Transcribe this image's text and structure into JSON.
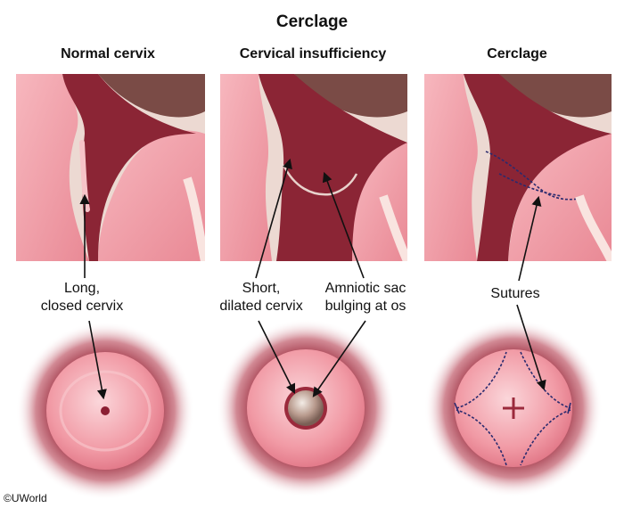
{
  "title": "Cerclage",
  "columns": [
    {
      "heading": "Normal cervix"
    },
    {
      "heading": "Cervical insufficiency"
    },
    {
      "heading": "Cerclage"
    }
  ],
  "labels": {
    "long_closed": [
      "Long,",
      "closed cervix"
    ],
    "short_dilated": [
      "Short,",
      "dilated cervix"
    ],
    "amniotic": [
      "Amniotic sac",
      "bulging at os"
    ],
    "sutures": [
      "Sutures"
    ]
  },
  "copyright": "©UWorld",
  "colors": {
    "tissue": "#f2a0a8",
    "tissue_light": "#f7c3c8",
    "tissue_dark": "#c9606c",
    "cavity": "#6e1f2b",
    "uterus_brown": "#7a4b46",
    "background_tan": "#e9d6cf",
    "suture": "#2a2a6e"
  }
}
